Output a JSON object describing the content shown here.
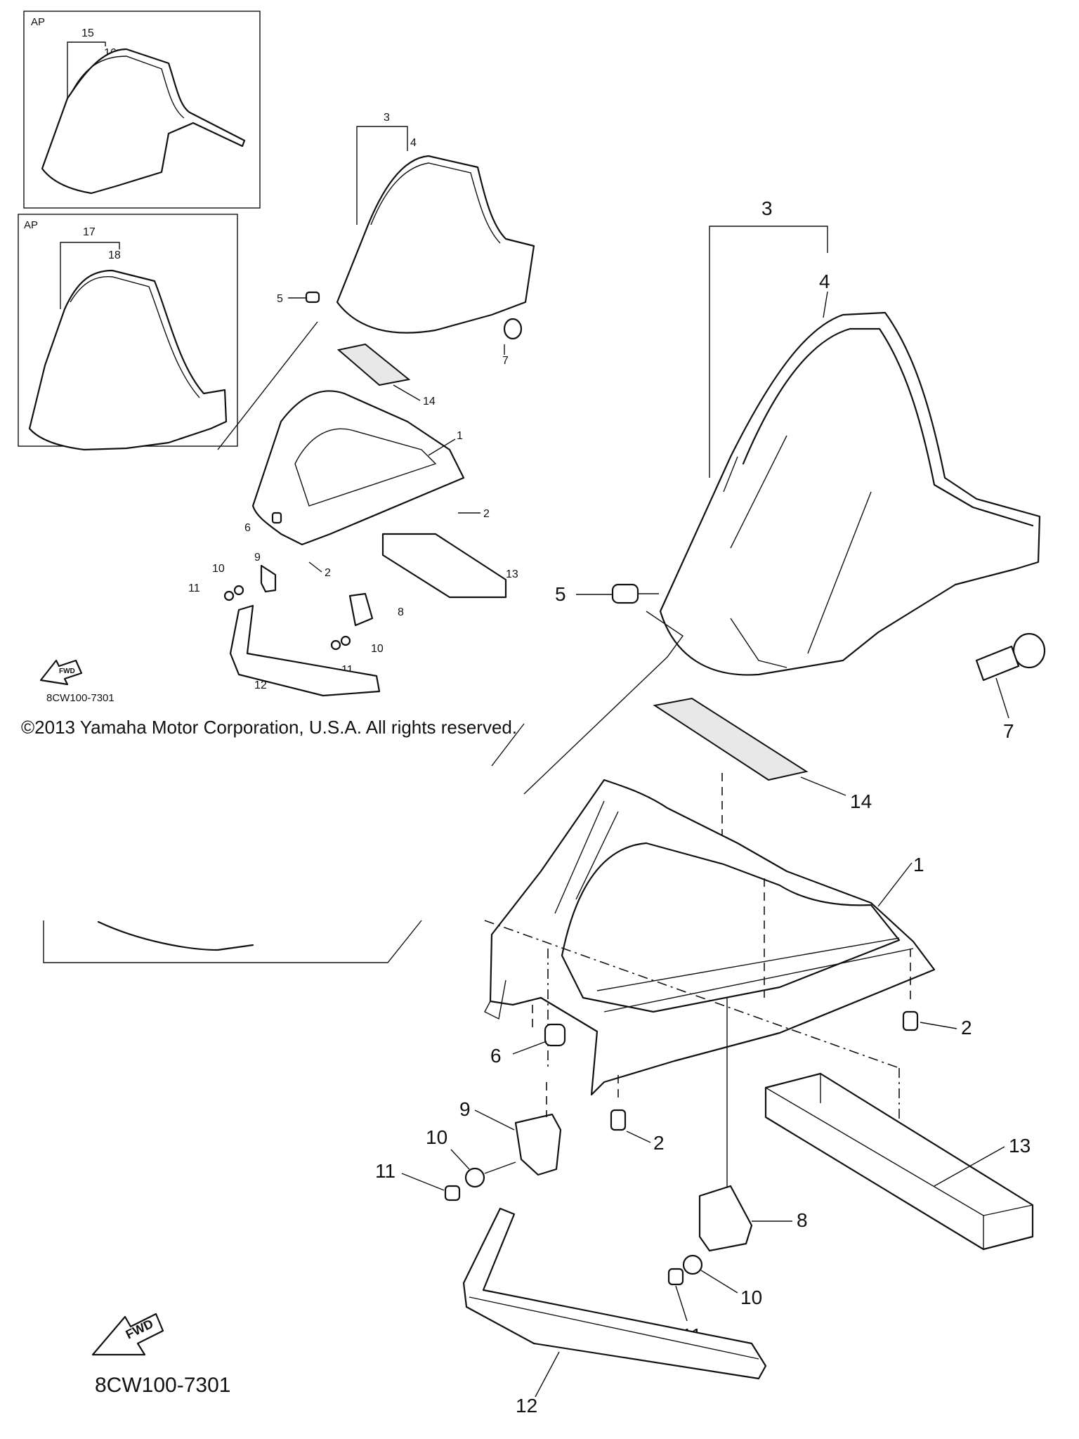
{
  "diagram": {
    "copyright": "©2013 Yamaha Motor Corporation, U.S.A. All rights reserved.",
    "diagram_code_small": "8CW100-7301",
    "diagram_code_large": "8CW100-7301",
    "fwd_arrow_text": "FWD",
    "inset_tag": "AP",
    "callouts": {
      "n1": "1",
      "n2": "2",
      "n3": "3",
      "n4": "4",
      "n5": "5",
      "n6": "6",
      "n7": "7",
      "n8": "8",
      "n9": "9",
      "n10": "10",
      "n11": "11",
      "n12": "12",
      "n13": "13",
      "n14": "14",
      "n15": "15",
      "n16": "16",
      "n17": "17",
      "n18": "18"
    },
    "colors": {
      "ink": "#111111",
      "paper": "#ffffff"
    }
  }
}
